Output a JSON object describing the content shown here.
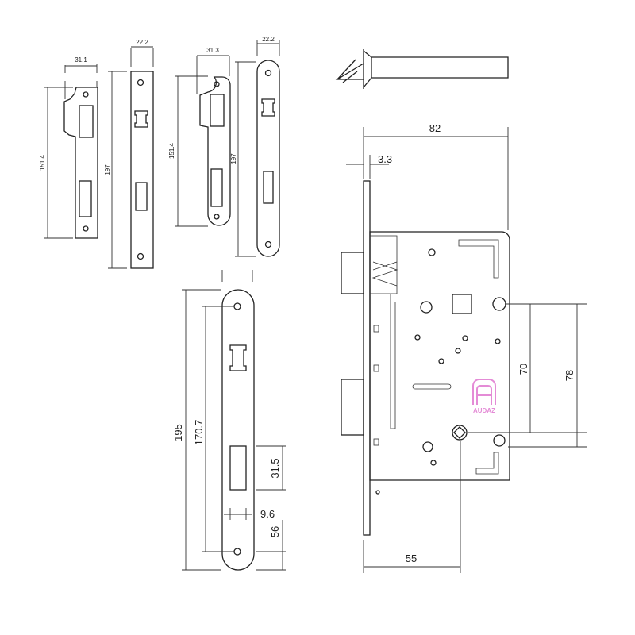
{
  "drawing": {
    "strike_plate_1": {
      "width": "31.1",
      "height": "151.4"
    },
    "face_plate_1": {
      "width": "22.2",
      "height": "197"
    },
    "strike_plate_2": {
      "width": "31.3",
      "height": "151.4"
    },
    "face_plate_2": {
      "width": "22.2",
      "height": "197"
    },
    "front_plate": {
      "total_height": "195",
      "hole_spacing": "170.7",
      "latch_slot": "31.5",
      "offset": "9.6",
      "bottom": "56"
    },
    "lock_body": {
      "depth": "82",
      "plate_thickness": "3.3",
      "center_distance": "70",
      "total_distance": "78",
      "backset": "55"
    },
    "logo": {
      "text": "AUDAZ",
      "color": "#e48bd6"
    }
  }
}
